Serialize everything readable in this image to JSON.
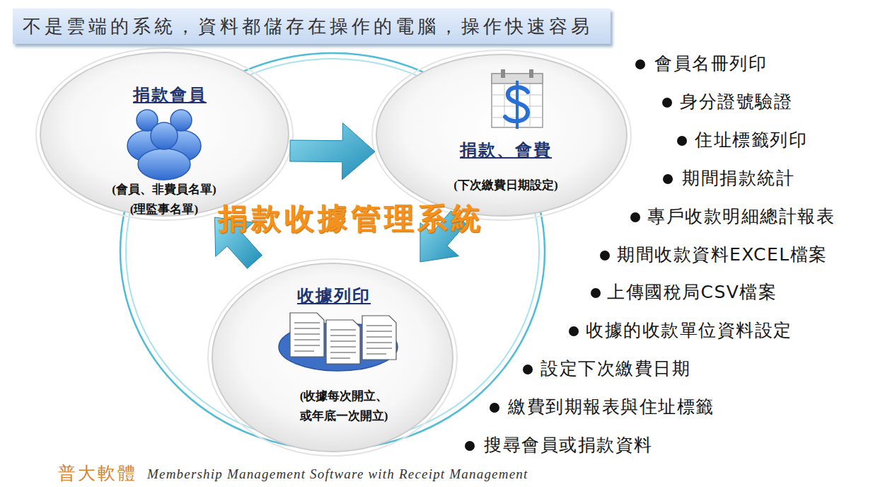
{
  "diagram": {
    "title": "不是雲端的系統，資料都儲存在操作的電腦，操作快速容易",
    "nodes": [
      {
        "text": [
          "捐款會員",
          "(會員、非費員名單) (理監事名單)"
        ]
      },
      {
        "text": [
          "捐款、會費",
          "(下次繳費日期設定)"
        ]
      },
      {
        "text": [
          "收據列印",
          "(收據每次開立、 或年底一次開立)"
        ]
      }
    ],
    "edges": [
      {
        "from": 0,
        "to": 1,
        "arrow": "to"
      },
      {
        "from": 1,
        "to": 2,
        "arrow": "to"
      },
      {
        "from": 2,
        "to": 0,
        "arrow": "to"
      }
    ],
    "labels": [
      "捐款收據管理系統",
      "會員名冊列印",
      "身分證號驗證",
      "住址標籤列印",
      "期間捐款統計",
      "專戶收款明細總計報表",
      "期間收款資料EXCEL檔案",
      "上傳國稅局CSV檔案",
      "收據的收款單位資料設定",
      "設定下次繳費日期",
      "繳費到期報表與住址標籤",
      "搜尋會員或捐款資料",
      "普大軟體",
      "Membership Management Software with Receipt Management"
    ]
  }
}
